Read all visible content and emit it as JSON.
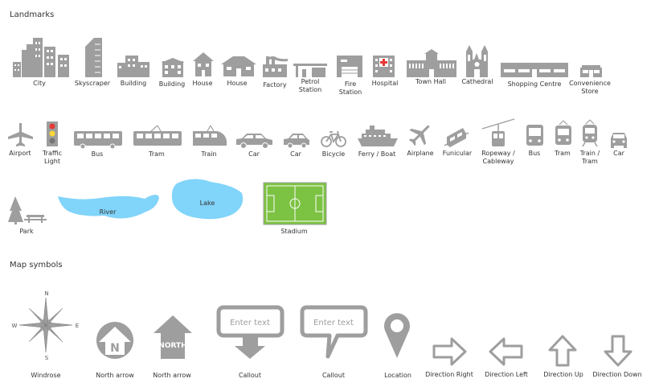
{
  "sections": {
    "landmarks_title": "Landmarks",
    "map_symbols_title": "Map symbols"
  },
  "colors": {
    "icon_gray": "#9e9e9e",
    "water": "#81d4fa",
    "pitch": "#7cc243",
    "traffic_red": "#e53935",
    "traffic_yellow": "#fdd835"
  },
  "landmarks": {
    "row1": [
      {
        "label": "City",
        "icon": "city-icon"
      },
      {
        "label": "Skyscraper",
        "icon": "skyscraper-icon"
      },
      {
        "label": "Building",
        "icon": "building-icon"
      },
      {
        "label": "Building",
        "icon": "building-small-icon"
      },
      {
        "label": "House",
        "icon": "house-icon"
      },
      {
        "label": "House",
        "icon": "house-wide-icon"
      },
      {
        "label": "Factory",
        "icon": "factory-icon"
      },
      {
        "label": "Petrol\nStation",
        "icon": "petrol-station-icon"
      },
      {
        "label": "Fire\nStation",
        "icon": "fire-station-icon"
      },
      {
        "label": "Hospital",
        "icon": "hospital-icon"
      },
      {
        "label": "Town Hall",
        "icon": "town-hall-icon"
      },
      {
        "label": "Cathedral",
        "icon": "cathedral-icon"
      },
      {
        "label": "Shopping Centre",
        "icon": "shopping-centre-icon"
      },
      {
        "label": "Convenience\nStore",
        "icon": "convenience-store-icon"
      }
    ],
    "row2": [
      {
        "label": "Airport",
        "icon": "airport-icon"
      },
      {
        "label": "Traffic\nLight",
        "icon": "traffic-light-icon"
      },
      {
        "label": "Bus",
        "icon": "bus-side-icon"
      },
      {
        "label": "Tram",
        "icon": "tram-side-icon"
      },
      {
        "label": "Train",
        "icon": "train-side-icon"
      },
      {
        "label": "Car",
        "icon": "car-side-icon"
      },
      {
        "label": "Car",
        "icon": "car-small-side-icon"
      },
      {
        "label": "Bicycle",
        "icon": "bicycle-icon"
      },
      {
        "label": "Ferry / Boat",
        "icon": "ferry-icon"
      },
      {
        "label": "Airplane",
        "icon": "airplane-icon"
      },
      {
        "label": "Funicular",
        "icon": "funicular-icon"
      },
      {
        "label": "Ropeway /\nCableway",
        "icon": "ropeway-icon"
      },
      {
        "label": "Bus",
        "icon": "bus-front-icon"
      },
      {
        "label": "Tram",
        "icon": "tram-front-icon"
      },
      {
        "label": "Train /\nTram",
        "icon": "train-front-icon"
      },
      {
        "label": "Car",
        "icon": "car-front-icon"
      }
    ],
    "row3": [
      {
        "label": "Park",
        "icon": "park-icon"
      },
      {
        "label": "River",
        "icon": "river-icon"
      },
      {
        "label": "Lake",
        "icon": "lake-icon"
      },
      {
        "label": "Stadium",
        "icon": "stadium-icon"
      }
    ]
  },
  "map_symbols": {
    "windrose": {
      "label": "Windrose",
      "n": "N",
      "s": "S",
      "e": "E",
      "w": "W"
    },
    "north_arrow_1": {
      "label": "North arrow",
      "letter": "N"
    },
    "north_arrow_2": {
      "label": "North arrow",
      "text": "NORTH"
    },
    "callout_1": {
      "label": "Callout",
      "text": "Enter text"
    },
    "callout_2": {
      "label": "Callout",
      "text": "Enter text"
    },
    "location": {
      "label": "Location"
    },
    "direction_right": {
      "label": "Direction Right"
    },
    "direction_left": {
      "label": "Direction Left"
    },
    "direction_up": {
      "label": "Direction Up"
    },
    "direction_down": {
      "label": "Direction Down"
    }
  }
}
